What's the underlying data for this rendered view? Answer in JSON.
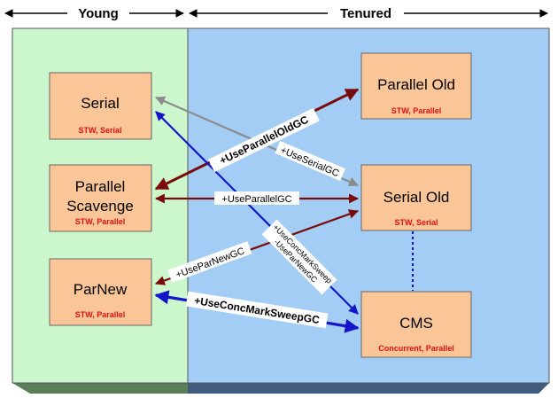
{
  "header": {
    "young": "Young",
    "tenured": "Tenured"
  },
  "boxes": {
    "serial": {
      "title": "Serial",
      "sub": "STW, Serial"
    },
    "parallel_scavenge": {
      "title_line1": "Parallel",
      "title_line2": "Scavenge",
      "sub": "STW, Parallel"
    },
    "parnew": {
      "title": "ParNew",
      "sub": "STW, Parallel"
    },
    "parallel_old": {
      "title": "Parallel Old",
      "sub": "STW, Parallel"
    },
    "serial_old": {
      "title": "Serial Old",
      "sub": "STW, Serial"
    },
    "cms": {
      "title": "CMS",
      "sub": "Concurrent, Parallel"
    }
  },
  "edges": {
    "use_parallel_old_gc": "+UseParallelOldGC",
    "use_serial_gc": "+UseSerialGC",
    "use_parallel_gc": "+UseParallelGC",
    "use_par_new_gc": "+UseParNewGC",
    "use_conc_mark_sweep_gc": "+UseConcMarkSweepGC",
    "conc_mark_sweep_line1": "+UseConcMarkSweep",
    "conc_mark_sweep_line2": "-UseParNewGC"
  },
  "colors": {
    "young_bg": "#ccf7cc",
    "tenured_bg": "#a3cdf5",
    "box_fill": "#fbc697",
    "arrow_dark_red": "#7a0b0b",
    "arrow_gray": "#8c8c8c",
    "arrow_blue": "#1414c8",
    "sub_text": "#e01010"
  }
}
